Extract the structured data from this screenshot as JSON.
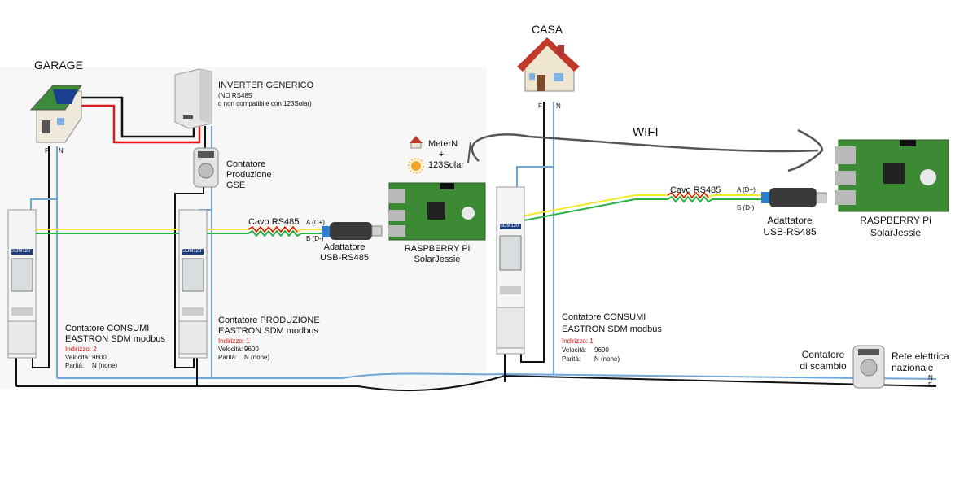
{
  "locations": {
    "garage": "GARAGE",
    "casa": "CASA"
  },
  "wifi": "WIFI",
  "phase_labels": {
    "f": "F",
    "n": "N"
  },
  "inverter": {
    "title": "INVERTER GENERICO",
    "note1": "(NO RS485",
    "note2": "o non compatibile con 123Solar)"
  },
  "gse_meter": {
    "line1": "Contatore",
    "line2": "Produzione",
    "line3": "GSE"
  },
  "meter_model": "SDM120",
  "meter_consumi_garage": {
    "title1": "Contatore CONSUMI",
    "title2": "EASTRON SDM modbus",
    "address": "Indirizzo: 2",
    "speed_label": "Velocità:",
    "speed": "9600",
    "parity_label": "Parità:",
    "parity": "N (none)"
  },
  "meter_produzione": {
    "title1": "Contatore PRODUZIONE",
    "title2": "EASTRON SDM modbus",
    "address": "Indirizzo: 1",
    "speed_label": "Velocità:",
    "speed": "9600",
    "parity_label": "Parità:",
    "parity": "N (none)"
  },
  "meter_consumi_casa": {
    "title1": "Contatore CONSUMI",
    "title2": "EASTRON SDM modbus",
    "address": "Indirizzo: 1",
    "speed_label": "Velocità:",
    "speed": "9600",
    "parity_label": "Parità:",
    "parity": "N (none)"
  },
  "cable": {
    "label": "Cavo RS485",
    "a": "A (D+)",
    "b": "B (D-)"
  },
  "adapter": {
    "line1": "Adattatore",
    "line2": "USB-RS485"
  },
  "raspberry": {
    "line1": "RASPBERRY Pi",
    "line2": "SolarJessie"
  },
  "software": {
    "meter": "MeterN",
    "plus": "+",
    "solar": "123Solar"
  },
  "exchange_meter": {
    "line1": "Contatore",
    "line2": "di scambio"
  },
  "grid": {
    "line1": "Rete elettrica",
    "line2": "nazionale"
  },
  "colors": {
    "phase": "#111111",
    "neutral": "#5b9bd5",
    "rs485_a": "#f2ea2a",
    "rs485_b": "#2bb04a",
    "inverter_red": "#e01818",
    "roof_red": "#c0392b",
    "wall": "#f2efe6",
    "pcb": "#3d8a34",
    "address_red": "#d11111"
  }
}
